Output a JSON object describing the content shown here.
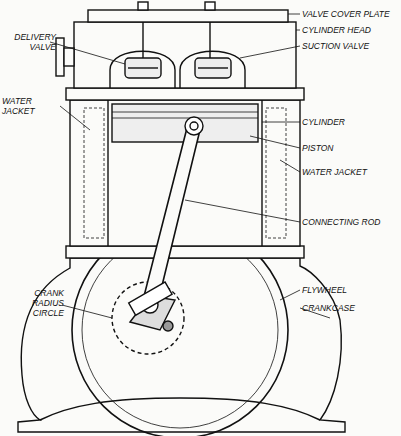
{
  "diagram": {
    "labels": [
      "VALVE COVER PLATE",
      "DELIVERY VALVE",
      "CYLINDER HEAD",
      "SUCTION VALVE",
      "WATER JACKET",
      "CYLINDER",
      "PISTON",
      "WATER JACKET",
      "CONNECTING ROD",
      "CRANK RADIUS CIRCLE",
      "FLYWHEEL",
      "CRANKCASE"
    ]
  }
}
